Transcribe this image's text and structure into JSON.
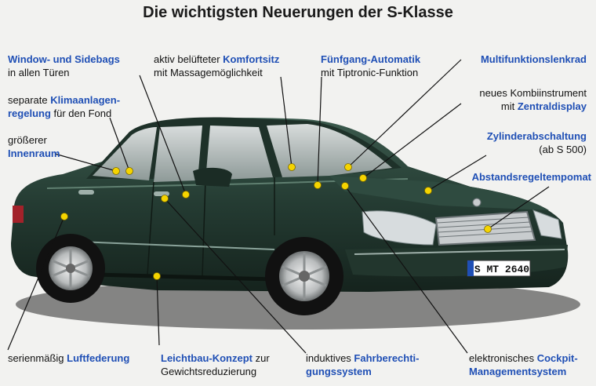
{
  "title": "Die wichtigsten Neuerungen der S-Klasse",
  "colors": {
    "accent": "#1f4fb5",
    "dot": "#f5d400",
    "car": "#243b32"
  },
  "plate": "S MT 2640",
  "labels": {
    "airbags": {
      "bold": "Window- und Sidebags",
      "rest": "in allen Türen"
    },
    "klima": {
      "pre": "separate ",
      "bold1": "Klimaanlagen-",
      "bold2": "regelung",
      "rest": " für den Fond"
    },
    "innenraum": {
      "pre": "größerer",
      "bold": "Innenraum"
    },
    "komfortsitz": {
      "pre": "aktiv belüfteter ",
      "bold": "Komfortsitz",
      "rest": "mit Massagemöglichkeit"
    },
    "automatik": {
      "bold": "Fünfgang-Automatik",
      "rest": "mit Tiptronic-Funktion"
    },
    "lenkrad": {
      "bold": "Multifunktionslenkrad"
    },
    "zentraldisplay": {
      "pre": "neues Kombiinstrument",
      "pre2": "mit ",
      "bold": "Zentraldisplay"
    },
    "zylinder": {
      "bold": "Zylinderabschaltung",
      "rest": "(ab S 500)"
    },
    "abstand": {
      "bold": "Abstandsregeltempomat"
    },
    "luftfederung": {
      "pre": "serienmäßig ",
      "bold": "Luftfederung"
    },
    "leichtbau": {
      "bold": "Leichtbau-Konzept",
      "rest1": " zur",
      "rest2": "Gewichtsreduzierung"
    },
    "fahrberechtigung": {
      "pre": "induktives ",
      "bold1": "Fahrberechti-",
      "bold2": "gungssystem"
    },
    "cockpit": {
      "pre": "elektronisches ",
      "bold1": "Cockpit-",
      "bold2": "Managementsystem"
    }
  }
}
